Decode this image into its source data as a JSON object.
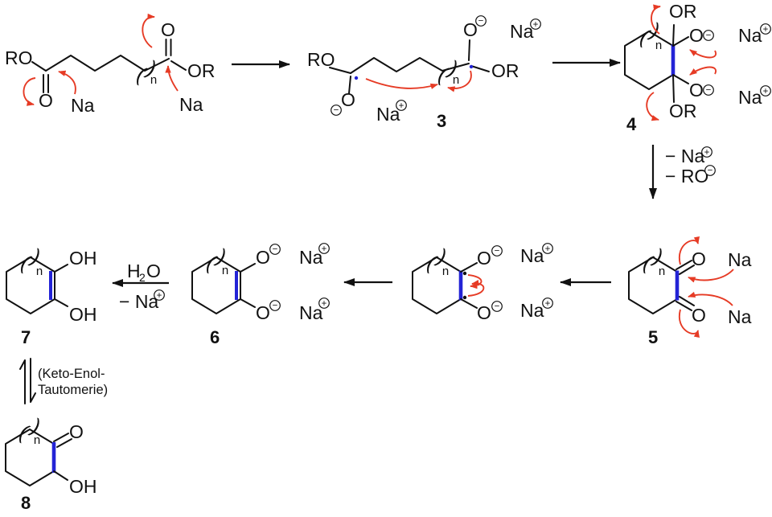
{
  "colors": {
    "ink": "#111111",
    "bond_blue": "#2323d6",
    "arrow_red": "#e63b25",
    "background": "#ffffff"
  },
  "atoms": {
    "oxygen": "O",
    "sodium": "Na"
  },
  "groups": {
    "ro": "RO",
    "or": "OR",
    "oh": "OH"
  },
  "water": {
    "h": "H",
    "sub": "2",
    "o": "O"
  },
  "notation": {
    "open": "(",
    "close": ")",
    "n": "n"
  },
  "charges": {
    "plus": "+",
    "minus": "−"
  },
  "labels": {
    "s3": "3",
    "s4": "4",
    "s5": "5",
    "s6": "6",
    "s7": "7",
    "s8": "8"
  },
  "annotations": {
    "minus_na": "− Na",
    "minus_ro": "− RO",
    "keto_line1": "(Keto-Enol-",
    "keto_line2": "Tautomerie)"
  }
}
